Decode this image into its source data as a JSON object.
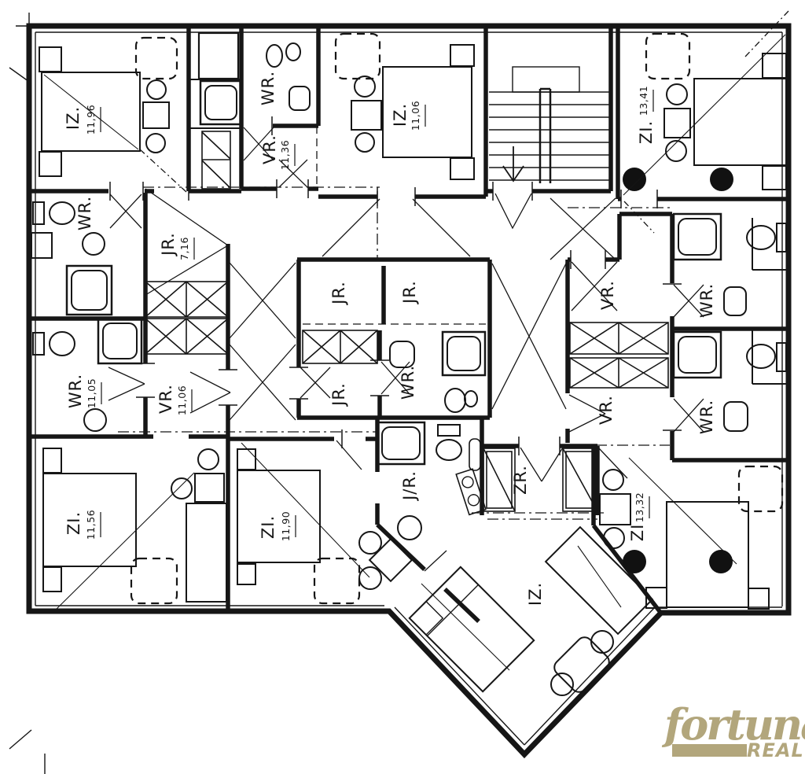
{
  "plan": {
    "rooms": [
      {
        "label": "IZ.",
        "area": "11,96"
      },
      {
        "label": "WR.",
        "area": ""
      },
      {
        "label": "VR.",
        "area": "11,36"
      },
      {
        "label": "IZ.",
        "area": "11,06"
      },
      {
        "label": "ZI.",
        "area": "13,41"
      },
      {
        "label": "WR.",
        "area": ""
      },
      {
        "label": "JR.",
        "area": "7,16"
      },
      {
        "label": "WR.",
        "area": "11,05"
      },
      {
        "label": "VR.",
        "area": "11,06"
      },
      {
        "label": "JR.",
        "area": ""
      },
      {
        "label": "JR.",
        "area": ""
      },
      {
        "label": "JR.",
        "area": ""
      },
      {
        "label": "WR.",
        "area": ""
      },
      {
        "label": "J/R.",
        "area": ""
      },
      {
        "label": "ZR.",
        "area": ""
      },
      {
        "label": "VR.",
        "area": ""
      },
      {
        "label": "WR.",
        "area": ""
      },
      {
        "label": "VR.",
        "area": ""
      },
      {
        "label": "WR.",
        "area": ""
      },
      {
        "label": "ZI.",
        "area": "11,56"
      },
      {
        "label": "ZI.",
        "area": "11,90"
      },
      {
        "label": "ZI",
        "area": "13,32"
      },
      {
        "label": "IZ.",
        "area": ""
      }
    ],
    "logo": {
      "name": "fortuna",
      "sub": "REAL",
      "color": "#b2a67c"
    },
    "ink": "#161616"
  }
}
